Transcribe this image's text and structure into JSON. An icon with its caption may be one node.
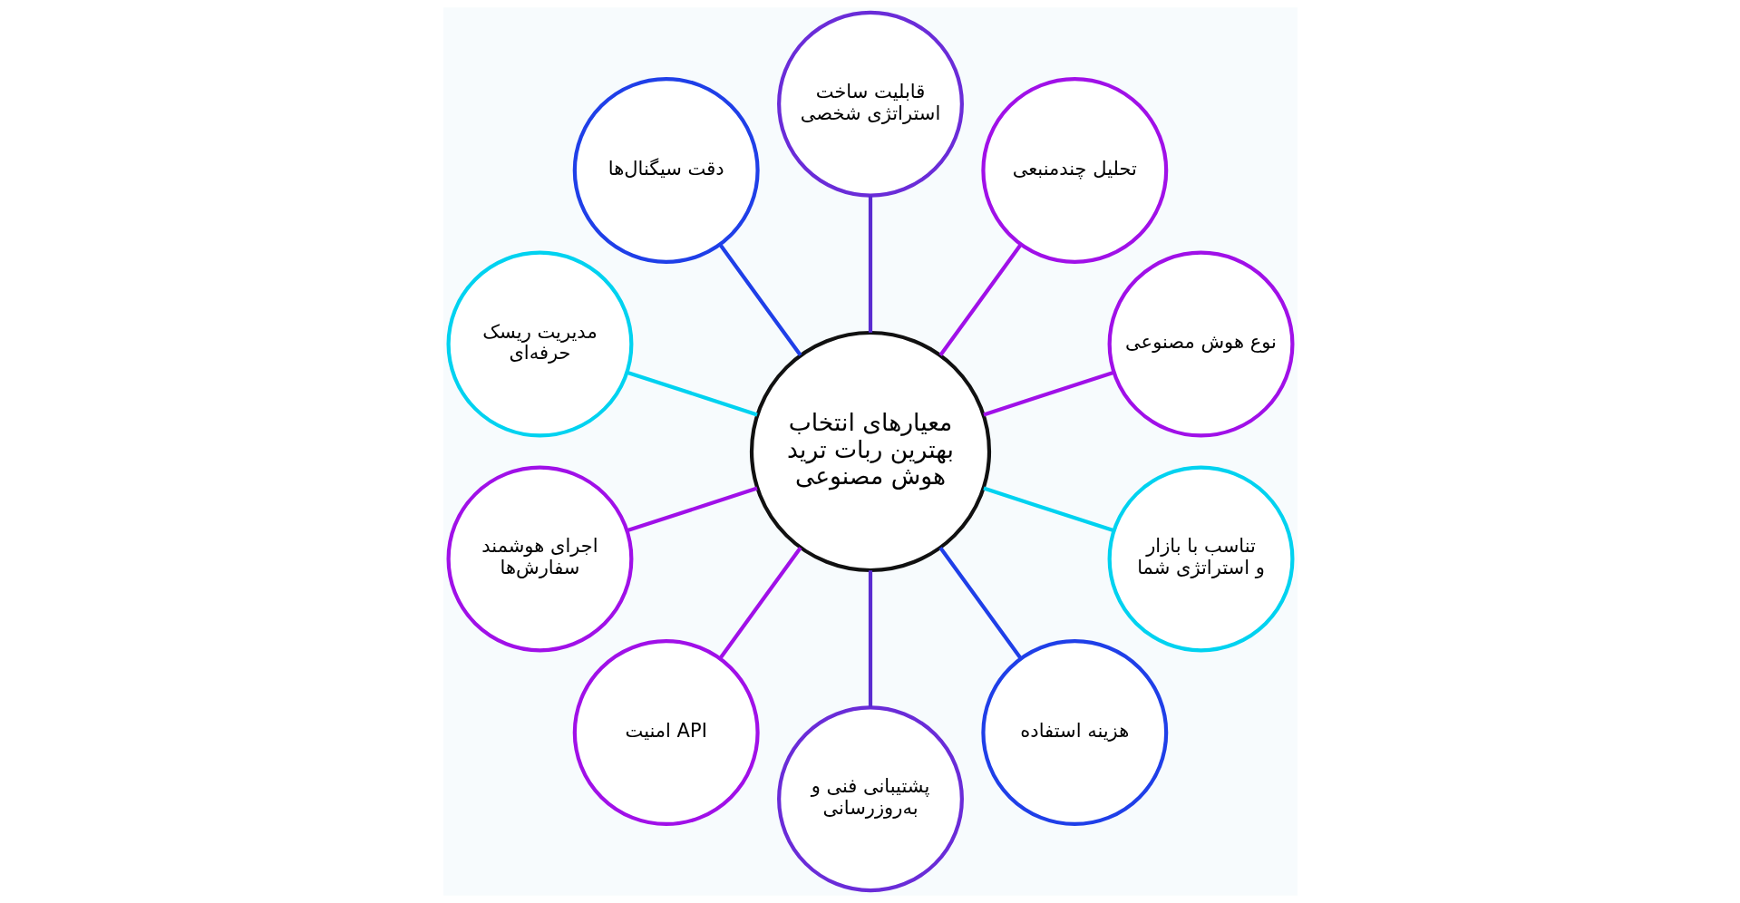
{
  "diagram": {
    "nodes": [
      {
        "text": [
          "معیارهای انتخاب بهترین ربات ترید هوش مصنوعی"
        ]
      },
      {
        "text": [
          "نوع هوش مصنوعی"
        ]
      },
      {
        "text": [
          "تحلیل چندمنبعی"
        ]
      },
      {
        "text": [
          "قابلیت ساخت استراتژی شخصی"
        ]
      },
      {
        "text": [
          "دقت سیگنال‌ها"
        ]
      },
      {
        "text": [
          "مدیریت ریسک حرفه‌ای"
        ]
      },
      {
        "text": [
          "اجرای هوشمند سفارش‌ها"
        ]
      },
      {
        "text": [
          "امنیت API"
        ]
      },
      {
        "text": [
          "پشتیبانی فنی و به‌روزرسانی"
        ]
      },
      {
        "text": [
          "هزینه استفاده"
        ]
      },
      {
        "text": [
          "تناسب با بازار و استراتژی شما"
        ]
      }
    ],
    "edges": [
      {
        "from": 0,
        "to": 1,
        "arrow": "none"
      },
      {
        "from": 0,
        "to": 2,
        "arrow": "none"
      },
      {
        "from": 0,
        "to": 3,
        "arrow": "none",
        "color": "#5a2cd0"
      },
      {
        "from": 0,
        "to": 4,
        "arrow": "none",
        "color": "#1f3fe8"
      },
      {
        "from": 0,
        "to": 5,
        "arrow": "none",
        "color": "#00d2f0"
      },
      {
        "from": 0,
        "to": 6,
        "arrow": "none"
      },
      {
        "from": 0,
        "to": 7,
        "arrow": "none"
      },
      {
        "from": 0,
        "to": 8,
        "arrow": "none",
        "color": "#5a2cd0"
      },
      {
        "from": 0,
        "to": 9,
        "arrow": "none",
        "color": "#1f3fe8"
      },
      {
        "from": 0,
        "to": 10,
        "arrow": "none",
        "color": "#00d2f0"
      }
    ]
  }
}
